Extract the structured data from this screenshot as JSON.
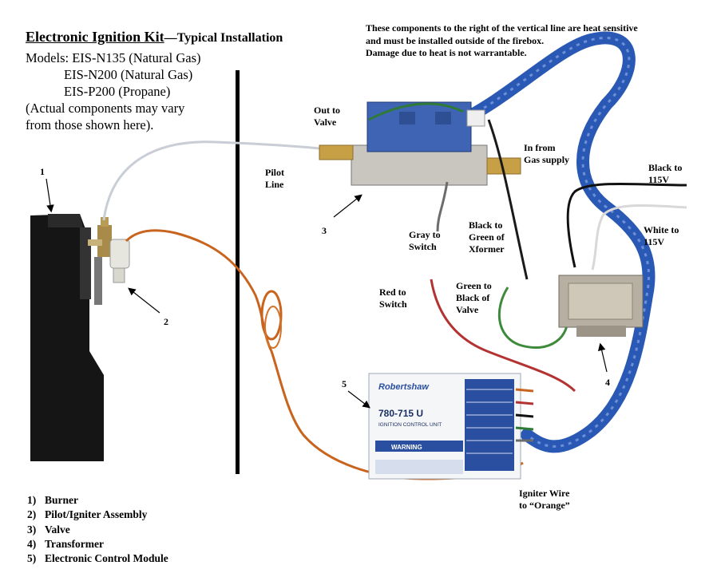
{
  "title": {
    "main": "Electronic Ignition Kit",
    "sub": "—Typical Installation"
  },
  "models": {
    "line1": "Models: EIS-N135 (Natural Gas)",
    "line2": "EIS-N200 (Natural Gas)",
    "line3": "EIS-P200 (Propane)",
    "line4": "(Actual components may vary",
    "line5": "from those shown here)."
  },
  "warning": {
    "line1": "These components to the right of the vertical line are heat sensitive",
    "line2": "and must be installed outside of the firebox.",
    "line3": "Damage due to heat is not warrantable."
  },
  "labels": {
    "out_to_valve": [
      "Out to",
      "Valve"
    ],
    "pilot_line": [
      "Pilot",
      "Line"
    ],
    "in_from_gas": [
      "In from",
      "Gas supply"
    ],
    "black_to_115v": [
      "Black to",
      "115V"
    ],
    "white_to_115v": [
      "White to",
      "115V"
    ],
    "gray_to_switch": [
      "Gray to",
      "Switch"
    ],
    "black_to_green": [
      "Black to",
      "Green of",
      "Xformer"
    ],
    "red_to_switch": [
      "Red to",
      "Switch"
    ],
    "green_to_black": [
      "Green to",
      "Black of",
      "Valve"
    ],
    "igniter_wire": [
      "Igniter Wire",
      "to “Orange”"
    ]
  },
  "callouts": [
    "1",
    "2",
    "3",
    "4",
    "5"
  ],
  "legend": [
    {
      "n": "1)",
      "text": "Burner"
    },
    {
      "n": "2)",
      "text": "Pilot/Igniter Assembly"
    },
    {
      "n": "3)",
      "text": "Valve"
    },
    {
      "n": "4)",
      "text": "Transformer"
    },
    {
      "n": "5)",
      "text": "Electronic Control Module"
    }
  ],
  "module": {
    "brand": "Robertshaw",
    "model": "780-715 U",
    "unit": "IGNITION CONTROL UNIT",
    "warning": "WARNING"
  },
  "colors": {
    "blue_wire": "#2a59b5",
    "orange_wire": "#c8641e",
    "burner": "#141414",
    "valve_blue": "#3f64b4"
  }
}
